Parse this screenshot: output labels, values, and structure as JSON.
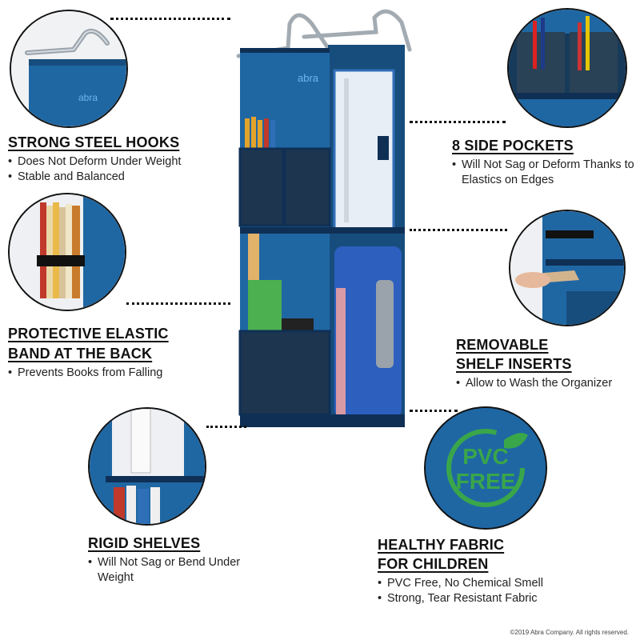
{
  "brand": "abra",
  "features": [
    {
      "title": "STRONG STEEL HOOKS",
      "bullets": [
        "Does Not Deform Under Weight",
        "Stable and Balanced"
      ]
    },
    {
      "title": "8 SIDE POCKETS",
      "bullets": [
        "Will Not Sag or Deform Thanks to Elastics on Edges"
      ]
    },
    {
      "title_lines": [
        "PROTECTIVE ELASTIC",
        "BAND AT THE BACK"
      ],
      "bullets": [
        "Prevents Books from Falling"
      ]
    },
    {
      "title_lines": [
        "REMOVABLE",
        "SHELF INSERTS"
      ],
      "bullets": [
        "Allow to Wash the Organizer"
      ]
    },
    {
      "title": "RIGID SHELVES",
      "bullets": [
        "Will Not Sag or Bend Under Weight"
      ]
    },
    {
      "title_lines": [
        "HEALTHY FABRIC",
        "FOR CHILDREN"
      ],
      "bullets": [
        "PVC Free, No Chemical Smell",
        "Strong, Tear Resistant Fabric"
      ]
    }
  ],
  "badge": {
    "line1": "PVC",
    "line2": "FREE"
  },
  "copyright": "©2019 Abra Company. All rights reserved.",
  "colors": {
    "fabric": "#1f67a3",
    "fabric_dark": "#174d7d",
    "trim": "#0f2f55",
    "badge_green": "#3aa64a"
  },
  "icons": [
    "hanger-hook-icon",
    "leaf-icon",
    "hand-icon"
  ]
}
